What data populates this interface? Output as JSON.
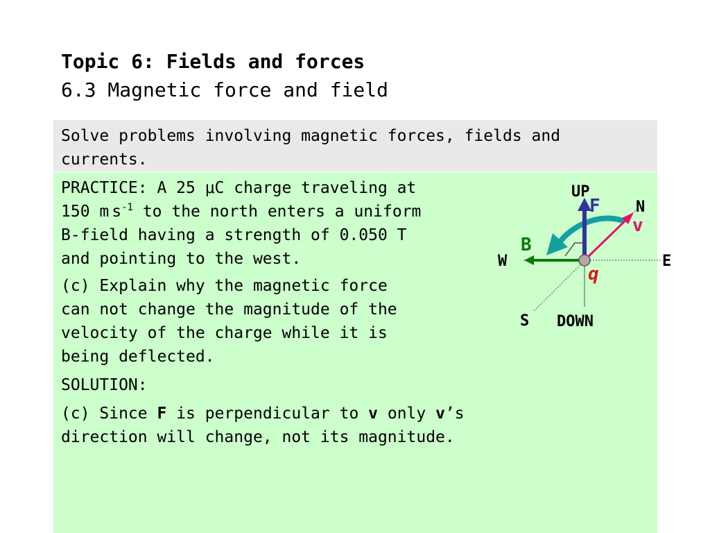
{
  "header": {
    "title": "Topic 6: Fields and forces",
    "subtitle": "6.3 Magnetic force and field"
  },
  "objective": "Solve problems involving magnetic forces, fields and currents.",
  "practice": {
    "line1": "PRACTICE: A 25 μC charge traveling at",
    "line2_a": "150 m",
    "line2_s": "s",
    "line2_sup": "-1",
    "line2_b": " to the north enters a uniform",
    "line3": "B-field having a strength of 0.050 T",
    "line4": "and pointing to the west."
  },
  "question": {
    "line1": "(c) Explain why the magnetic force",
    "line2": "can not change the magnitude of the",
    "line3": "velocity of the charge while it is",
    "line4": "being deflected."
  },
  "solution_label": "SOLUTION:",
  "answer": {
    "prefix": "(c) Since ",
    "bold_f": "F",
    "mid1": " is perpendicular to ",
    "bold_v1": "v",
    "mid2": " only ",
    "bold_v2": "v",
    "suffix": "’s",
    "line2": "direction will change, not its magnitude."
  },
  "diagram": {
    "up": "UP",
    "down": "DOWN",
    "north": "N",
    "south": "S",
    "east": "E",
    "west": "W",
    "force": "F",
    "velocity": "v",
    "field": "B",
    "charge": "q",
    "colors": {
      "force": "#333399",
      "velocity": "#e0136b",
      "field": "#0a7a0a",
      "charge": "#d81b1b",
      "rotation": "#14a0a0",
      "background": "#ccffcc",
      "objective_background": "#e9e9e9"
    }
  }
}
